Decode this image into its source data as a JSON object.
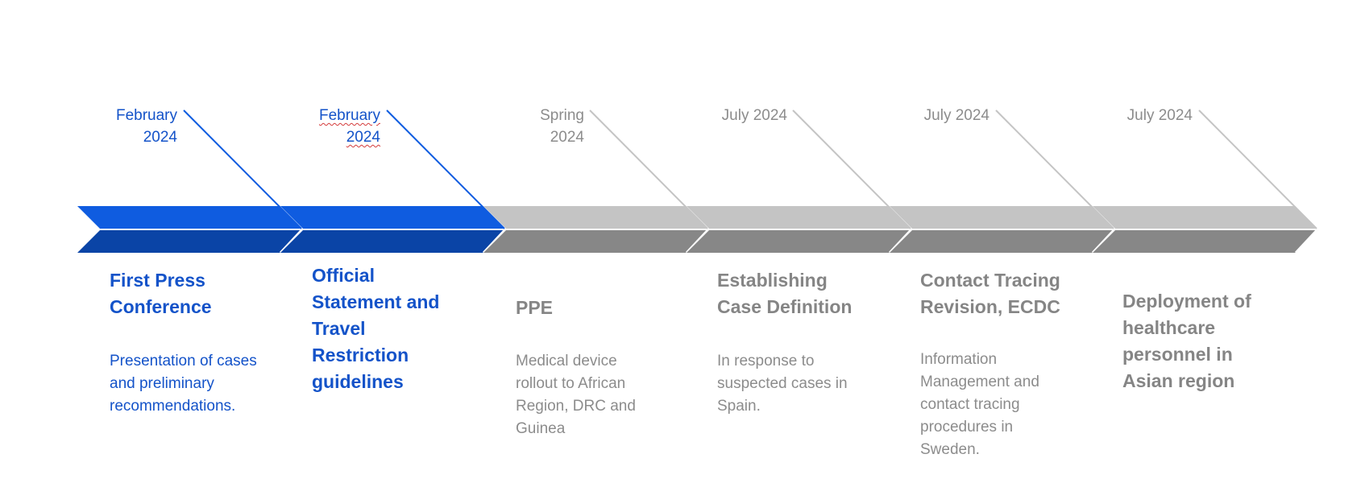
{
  "colors": {
    "active_top": "#0f5ce0",
    "active_bottom": "#0a44a6",
    "inactive_top": "#c4c4c4",
    "inactive_bottom": "#878787",
    "active_text": "#1453c9",
    "inactive_text": "#8c8c8c"
  },
  "milestones": [
    {
      "date_line1": "February",
      "date_line2": "2024",
      "title_lines": [
        "First Press",
        "Conference"
      ],
      "desc_lines": [
        "Presentation of cases",
        "and preliminary",
        "recommendations."
      ],
      "status": "active"
    },
    {
      "date_line1": "February",
      "date_line2": "2024",
      "title_lines": [
        "Official",
        "Statement and",
        "Travel",
        "Restriction",
        "guidelines"
      ],
      "desc_lines": [],
      "status": "active"
    },
    {
      "date_line1": "Spring",
      "date_line2": "2024",
      "title_lines": [
        "PPE"
      ],
      "desc_lines": [
        "Medical device",
        "rollout to African",
        "Region, DRC and",
        "Guinea"
      ],
      "status": "inactive"
    },
    {
      "date_line1": "July 2024",
      "date_line2": "",
      "title_lines": [
        "Establishing",
        "Case Definition"
      ],
      "desc_lines": [
        "In response to",
        "suspected cases in",
        "Spain."
      ],
      "status": "inactive"
    },
    {
      "date_line1": "July 2024",
      "date_line2": "",
      "title_lines": [
        "Contact Tracing",
        "Revision, ECDC"
      ],
      "desc_lines": [
        "Information",
        "Management and",
        "contact tracing",
        "procedures in",
        "Sweden."
      ],
      "status": "inactive"
    },
    {
      "date_line1": "July 2024",
      "date_line2": "",
      "title_lines": [
        "Deployment of",
        "healthcare",
        "personnel in",
        "Asian region"
      ],
      "desc_lines": [],
      "status": "inactive"
    }
  ]
}
